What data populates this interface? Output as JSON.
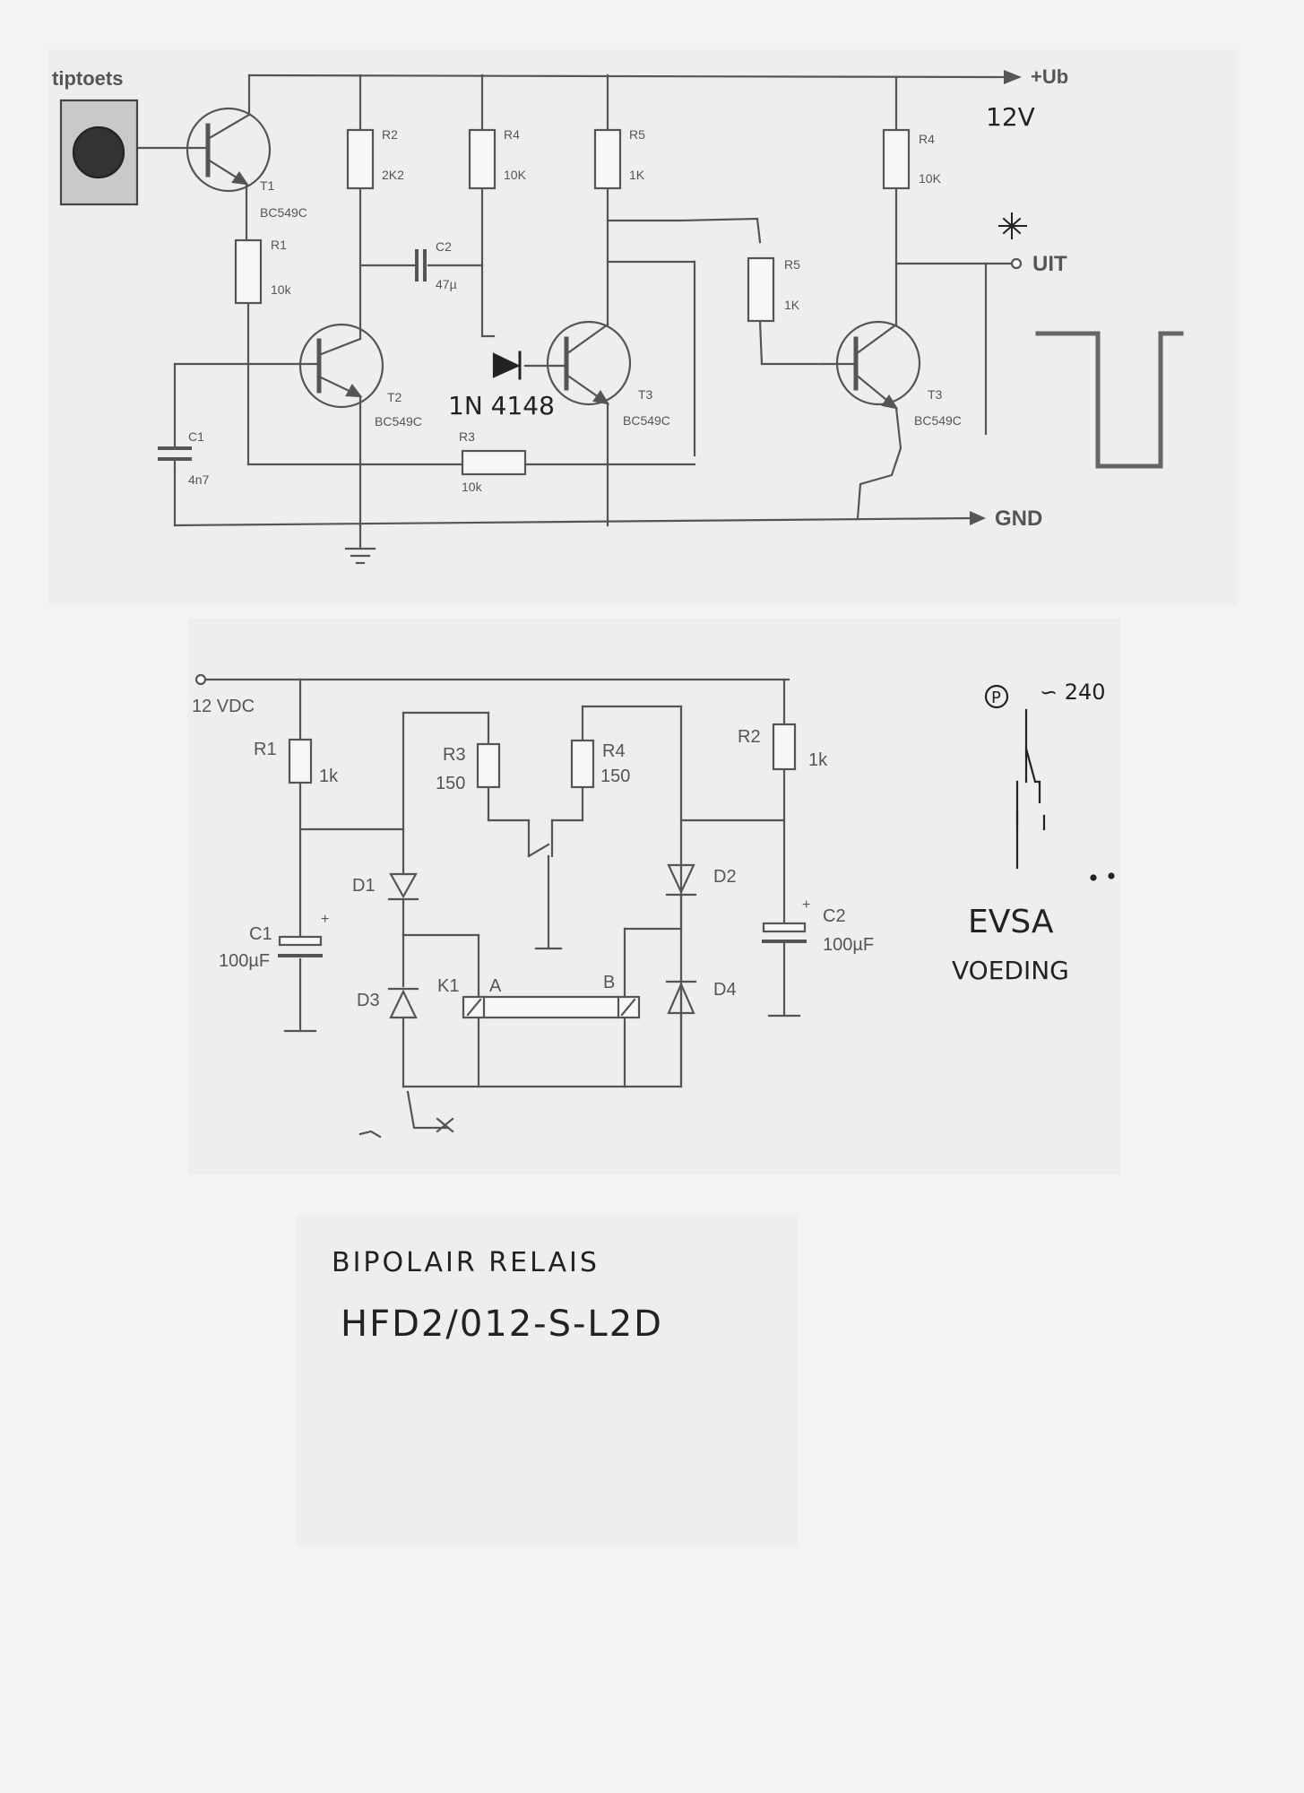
{
  "top": {
    "sensor_label": "tiptoets",
    "rail_label": "+Ub",
    "rail_voltage_note": "12V",
    "out_label": "UIT",
    "gnd_label": "GND",
    "diode_note": "1N 4148",
    "components": {
      "T1": {
        "name": "T1",
        "type": "BC549C"
      },
      "T2": {
        "name": "T2",
        "type": "BC549C"
      },
      "T3a": {
        "name": "T3",
        "type": "BC549C"
      },
      "T3b": {
        "name": "T3",
        "type": "BC549C"
      },
      "R1": {
        "name": "R1",
        "value": "10k"
      },
      "R2": {
        "name": "R2",
        "value": "2K2"
      },
      "R3": {
        "name": "R3",
        "value": "10k"
      },
      "R4a": {
        "name": "R4",
        "value": "10K"
      },
      "R4b": {
        "name": "R4",
        "value": "10K"
      },
      "R5a": {
        "name": "R5",
        "value": "1K"
      },
      "R5b": {
        "name": "R5",
        "value": "1K"
      },
      "C1": {
        "name": "C1",
        "value": "4n7"
      },
      "C2": {
        "name": "C2",
        "value": "47µ"
      }
    }
  },
  "bottom": {
    "supply_label": "12 VDC",
    "R1": {
      "name": "R1",
      "value": "1k"
    },
    "R2": {
      "name": "R2",
      "value": "1k"
    },
    "R3": {
      "name": "R3",
      "value": "150"
    },
    "R4": {
      "name": "R4",
      "value": "150"
    },
    "C1": {
      "name": "C1",
      "value": "100µF"
    },
    "C2": {
      "name": "C2",
      "value": "100µF"
    },
    "D1": "D1",
    "D2": "D2",
    "D3": "D3",
    "D4": "D4",
    "relay": {
      "name": "K1",
      "pin_a": "A",
      "pin_b": "B"
    },
    "polarity_plus": "+"
  },
  "side_note": {
    "p_symbol": "P",
    "voltage": "∽ 240",
    "line1": "EVSA",
    "line2": "VOEDING"
  },
  "note": {
    "line1": "BIPOLAIR RELAIS",
    "line2": "HFD2/012-S-L2D"
  }
}
